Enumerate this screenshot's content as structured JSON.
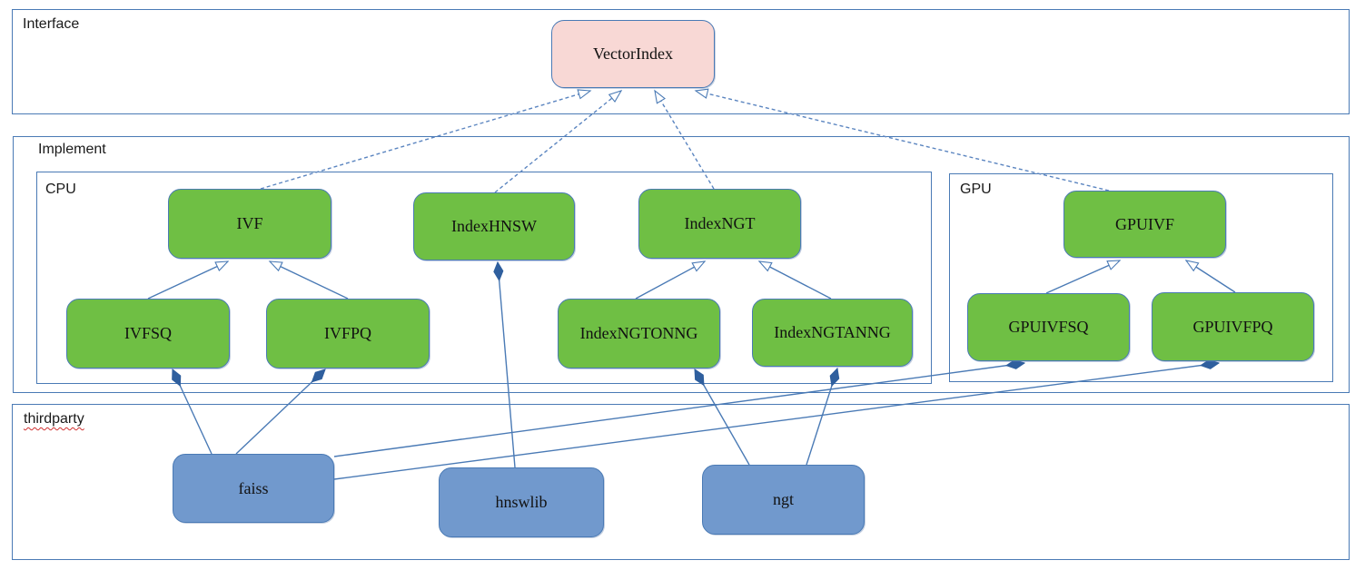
{
  "containers": {
    "interface": {
      "label": "Interface"
    },
    "implement": {
      "label": "Implement"
    },
    "cpu": {
      "label": "CPU"
    },
    "gpu": {
      "label": "GPU"
    },
    "thirdparty": {
      "label": "thirdparty"
    }
  },
  "nodes": {
    "vectorindex": {
      "label": "VectorIndex",
      "kind": "interface"
    },
    "ivf": {
      "label": "IVF",
      "kind": "cpu-class"
    },
    "indexhnsw": {
      "label": "IndexHNSW",
      "kind": "cpu-class"
    },
    "indexngt": {
      "label": "IndexNGT",
      "kind": "cpu-class"
    },
    "ivfsq": {
      "label": "IVFSQ",
      "kind": "cpu-class"
    },
    "ivfpq": {
      "label": "IVFPQ",
      "kind": "cpu-class"
    },
    "indexngtonng": {
      "label": "IndexNGTONNG",
      "kind": "cpu-class"
    },
    "indexngtanng": {
      "label": "IndexNGTANNG",
      "kind": "cpu-class"
    },
    "gpuivf": {
      "label": "GPUIVF",
      "kind": "gpu-class"
    },
    "gpuivfsq": {
      "label": "GPUIVFSQ",
      "kind": "gpu-class"
    },
    "gpuivfpq": {
      "label": "GPUIVFPQ",
      "kind": "gpu-class"
    },
    "faiss": {
      "label": "faiss",
      "kind": "thirdparty-lib"
    },
    "hnswlib": {
      "label": "hnswlib",
      "kind": "thirdparty-lib"
    },
    "ngt": {
      "label": "ngt",
      "kind": "thirdparty-lib"
    }
  },
  "edges": [
    {
      "from": "ivf",
      "to": "vectorindex",
      "type": "realization-dashed-hollow-arrow"
    },
    {
      "from": "indexhnsw",
      "to": "vectorindex",
      "type": "realization-dashed-hollow-arrow"
    },
    {
      "from": "indexngt",
      "to": "vectorindex",
      "type": "realization-dashed-hollow-arrow"
    },
    {
      "from": "gpuivf",
      "to": "vectorindex",
      "type": "realization-dashed-hollow-arrow"
    },
    {
      "from": "ivfsq",
      "to": "ivf",
      "type": "generalization-hollow-arrow"
    },
    {
      "from": "ivfpq",
      "to": "ivf",
      "type": "generalization-hollow-arrow"
    },
    {
      "from": "indexngtonng",
      "to": "indexngt",
      "type": "generalization-hollow-arrow"
    },
    {
      "from": "indexngtanng",
      "to": "indexngt",
      "type": "generalization-hollow-arrow"
    },
    {
      "from": "gpuivfsq",
      "to": "gpuivf",
      "type": "generalization-hollow-arrow"
    },
    {
      "from": "gpuivfpq",
      "to": "gpuivf",
      "type": "generalization-hollow-arrow"
    },
    {
      "from": "faiss",
      "to": "ivfsq",
      "type": "composition-filled-diamond"
    },
    {
      "from": "faiss",
      "to": "ivfpq",
      "type": "composition-filled-diamond"
    },
    {
      "from": "faiss",
      "to": "gpuivfsq",
      "type": "composition-filled-diamond"
    },
    {
      "from": "faiss",
      "to": "gpuivfpq",
      "type": "composition-filled-diamond"
    },
    {
      "from": "hnswlib",
      "to": "indexhnsw",
      "type": "composition-filled-diamond"
    },
    {
      "from": "ngt",
      "to": "indexngtonng",
      "type": "composition-filled-diamond"
    },
    {
      "from": "ngt",
      "to": "indexngtanng",
      "type": "composition-filled-diamond"
    }
  ],
  "colors": {
    "line": "#4a7ab5",
    "dash": "#5b85c0",
    "diamond": "#2f5f9e",
    "green": "#6fbf44",
    "pink": "#f8d8d5",
    "blue": "#7199cd",
    "border": "#4a7ab5",
    "squiggle": "#d03030"
  }
}
